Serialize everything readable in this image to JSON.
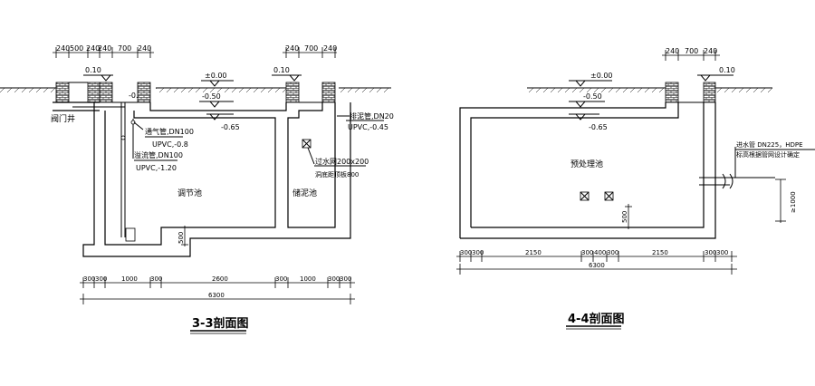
{
  "section_3": {
    "title": "3-3剖面图",
    "top_dims": [
      "240",
      "500",
      "240",
      "240",
      "700",
      "240"
    ],
    "top_dims_right": [
      "240",
      "700",
      "240"
    ],
    "elev_left": "0.10",
    "elev_right": "0.10",
    "elev_ground": "±0.00",
    "elev_m050": "-0.50",
    "elev_m065": "-0.65",
    "elev_m045_short": "-0.45",
    "valve_well": "阀门井",
    "vent_pipe": "通气管,DN100",
    "vent_pipe_spec": "UPVC,-0.8",
    "overflow_pipe": "溢流管,DN100",
    "overflow_pipe_spec": "UPVC,-1.20",
    "sludge_pipe": "排泥管,DN20",
    "sludge_pipe_spec": "UPVC,-0.45",
    "filter_net": "过水网200x200",
    "filter_net_spec": "洞底距顶板800",
    "regulating_tank": "调节池",
    "sludge_tank": "储泥池",
    "dim_500": "500",
    "bottom_dims": [
      "300",
      "300",
      "1000",
      "300",
      "2600",
      "300",
      "1000",
      "300",
      "300"
    ],
    "total": "6300"
  },
  "section_4": {
    "title": "4-4剖面图",
    "top_dims": [
      "240",
      "700",
      "240"
    ],
    "elev_right": "0.10",
    "elev_ground": "±0.00",
    "elev_m050": "-0.50",
    "elev_m065": "-0.65",
    "pretreatment_tank": "预处理池",
    "inlet_pipe": "进水管 DN225，HDPE",
    "inlet_pipe_spec": "标高根据管网设计确定",
    "dim_500": "500",
    "dim_1000": "≥1000",
    "bottom_dims": [
      "300",
      "300",
      "2150",
      "300",
      "400",
      "300",
      "2150",
      "300",
      "300"
    ],
    "total": "6300"
  }
}
